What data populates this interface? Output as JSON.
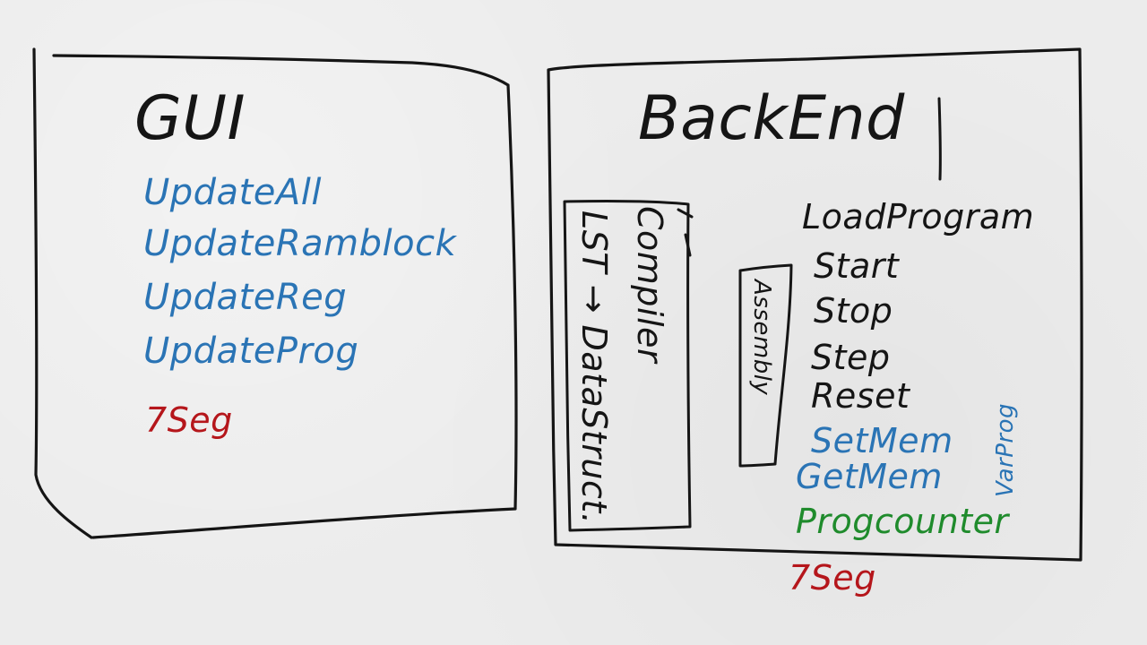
{
  "colors": {
    "ink": "#151515",
    "blue": "#2a74b5",
    "red": "#b5161b",
    "green": "#1f8b2c"
  },
  "gui": {
    "title": "GUI",
    "functions": [
      "UpdateAll",
      "UpdateRamblock",
      "UpdateReg",
      "UpdateProg"
    ],
    "seven_seg": "7Seg"
  },
  "backend": {
    "title": "BackEnd",
    "compiler_box": {
      "line1": "Compiler",
      "line2": "LST → DataStruct."
    },
    "assembly_box": "Assembly",
    "commands": [
      "LoadProgram",
      "Start",
      "Stop",
      "Step",
      "Reset"
    ],
    "memory_functions": [
      "SetMem",
      "GetMem"
    ],
    "vertical_note": "VarProg",
    "progcounter": "Progcounter",
    "seven_seg": "7Seg"
  }
}
